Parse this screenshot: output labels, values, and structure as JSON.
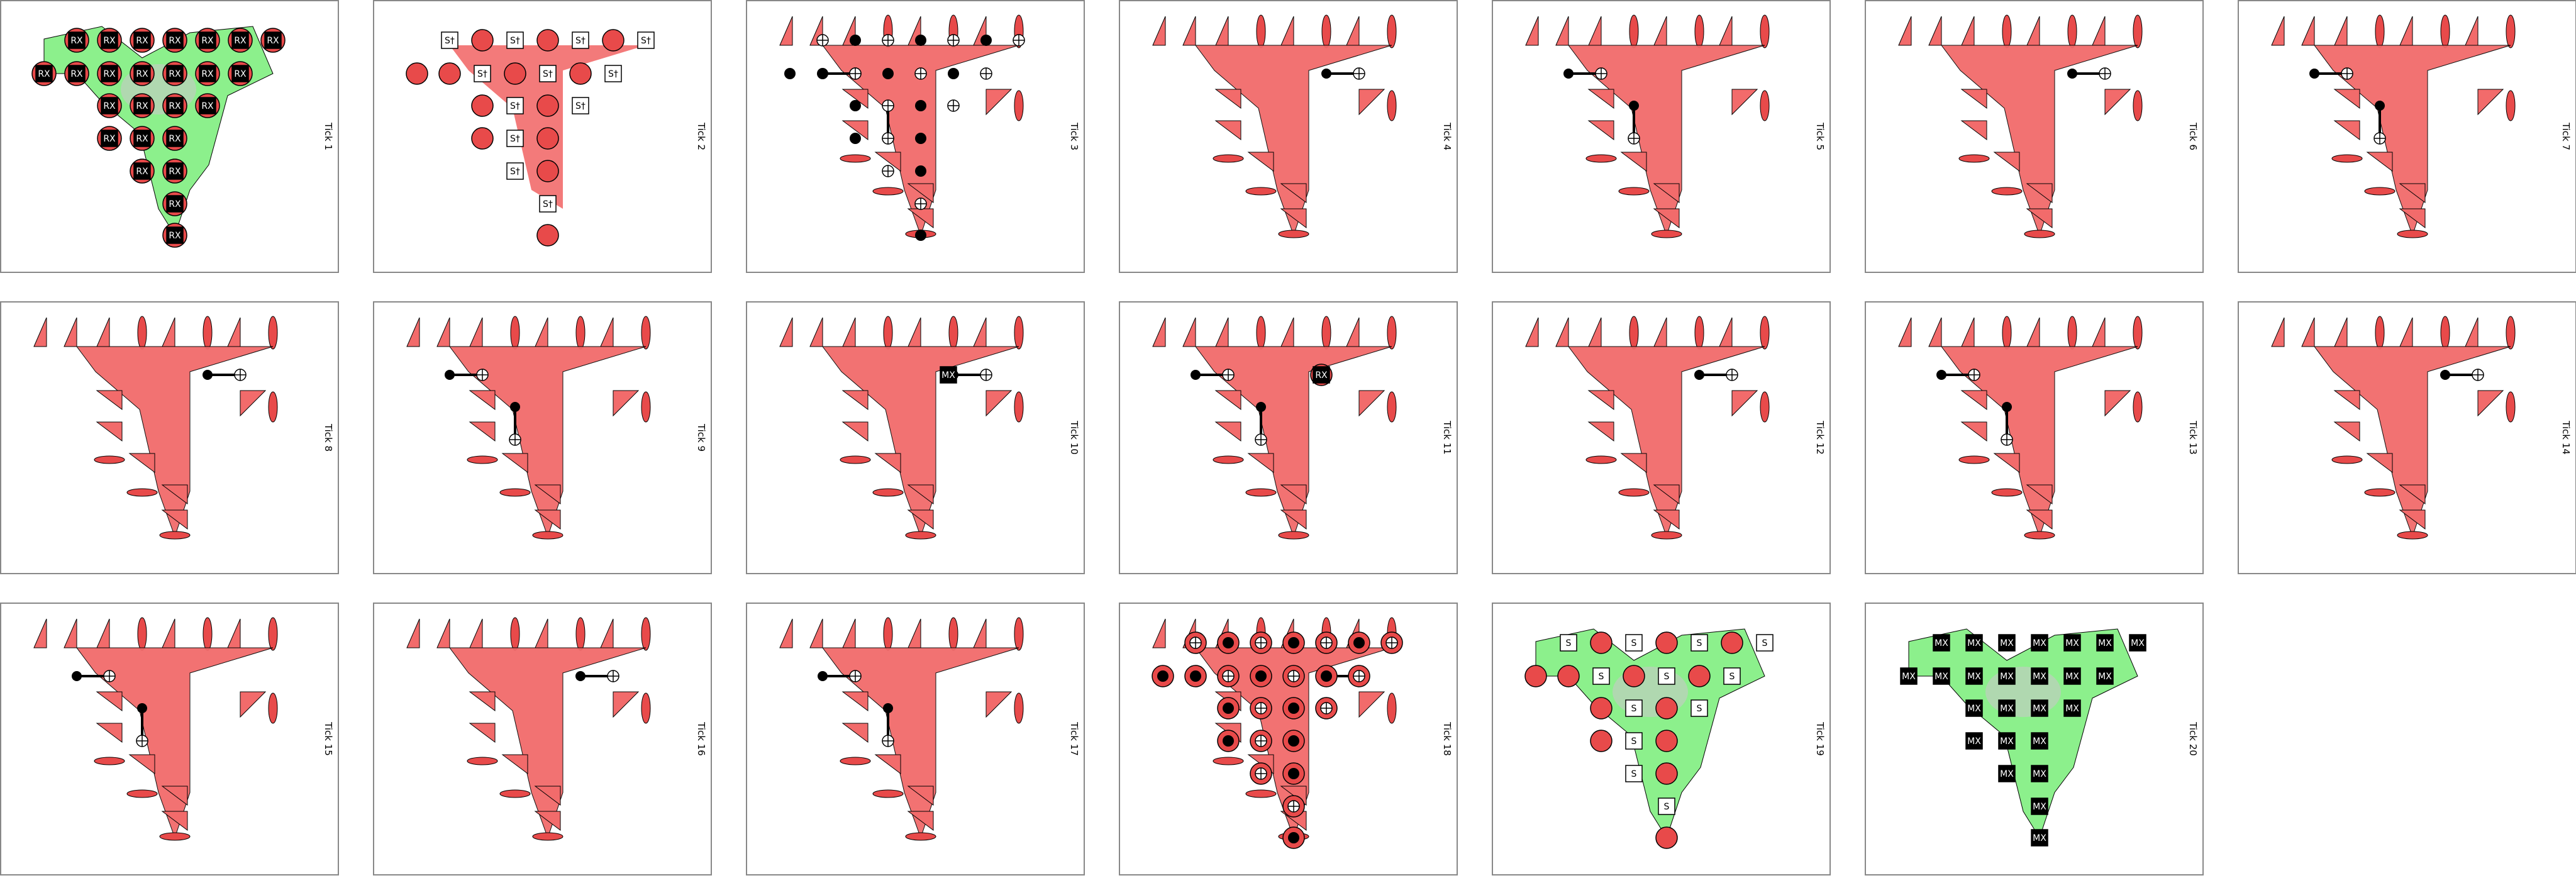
{
  "colors": {
    "red": "#f26b6b",
    "redDark": "#e84a4a",
    "green": "#8cf08c",
    "greenCore": "#c8c8c8",
    "black": "#000000",
    "white": "#ffffff"
  },
  "panels": [
    {
      "label": "Tick 1",
      "kind": "rx"
    },
    {
      "label": "Tick 2",
      "kind": "sdag"
    },
    {
      "label": "Tick 3",
      "kind": "cnot"
    },
    {
      "label": "Tick 4",
      "kind": "ridge"
    },
    {
      "label": "Tick 5",
      "kind": "ridge"
    },
    {
      "label": "Tick 6",
      "kind": "ridge"
    },
    {
      "label": "Tick 7",
      "kind": "ridge"
    },
    {
      "label": "Tick 8",
      "kind": "ridge"
    },
    {
      "label": "Tick 9",
      "kind": "ridge"
    },
    {
      "label": "Tick 10",
      "kind": "mx"
    },
    {
      "label": "Tick 11",
      "kind": "rxsingle"
    },
    {
      "label": "Tick 12",
      "kind": "ridge"
    },
    {
      "label": "Tick 13",
      "kind": "ridge"
    },
    {
      "label": "Tick 14",
      "kind": "ridge"
    },
    {
      "label": "Tick 15",
      "kind": "ridge"
    },
    {
      "label": "Tick 16",
      "kind": "ridge"
    },
    {
      "label": "Tick 17",
      "kind": "ridge"
    },
    {
      "label": "Tick 18",
      "kind": "cnot"
    },
    {
      "label": "Tick 19",
      "kind": "s"
    },
    {
      "label": "Tick 20",
      "kind": "mxall"
    }
  ],
  "gate_labels": {
    "rx": "RX",
    "sdag": "S†",
    "s": "S",
    "mx": "MX"
  }
}
